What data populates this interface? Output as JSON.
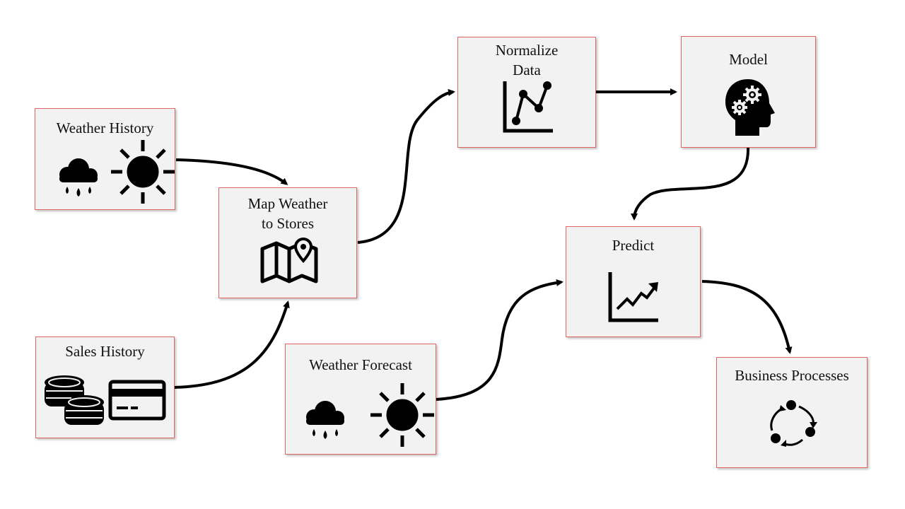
{
  "colors": {
    "box_fill": "#f2f2f2",
    "box_border": "#e06666",
    "arrow": "#000000",
    "icon": "#000000"
  },
  "nodes": {
    "weather_history": {
      "title": "Weather History",
      "icons": [
        "rain-cloud-icon",
        "sun-icon"
      ]
    },
    "sales_history": {
      "title": "Sales History",
      "icons": [
        "coin-stack-icon",
        "credit-card-icon"
      ]
    },
    "map_weather": {
      "title": "Map Weather\nto Stores",
      "icons": [
        "map-pin-icon"
      ]
    },
    "weather_forecast": {
      "title": "Weather Forecast",
      "icons": [
        "rain-cloud-icon",
        "sun-icon"
      ]
    },
    "normalize": {
      "title": "Normalize\nData",
      "icons": [
        "line-chart-icon"
      ]
    },
    "model": {
      "title": "Model",
      "icons": [
        "head-gears-icon"
      ]
    },
    "predict": {
      "title": "Predict",
      "icons": [
        "trend-up-chart-icon"
      ]
    },
    "business": {
      "title": "Business Processes",
      "icons": [
        "cycle-icon"
      ]
    }
  },
  "edges": [
    {
      "from": "weather_history",
      "to": "map_weather"
    },
    {
      "from": "sales_history",
      "to": "map_weather"
    },
    {
      "from": "map_weather",
      "to": "normalize"
    },
    {
      "from": "normalize",
      "to": "model"
    },
    {
      "from": "model",
      "to": "predict"
    },
    {
      "from": "weather_forecast",
      "to": "predict"
    },
    {
      "from": "predict",
      "to": "business"
    }
  ]
}
